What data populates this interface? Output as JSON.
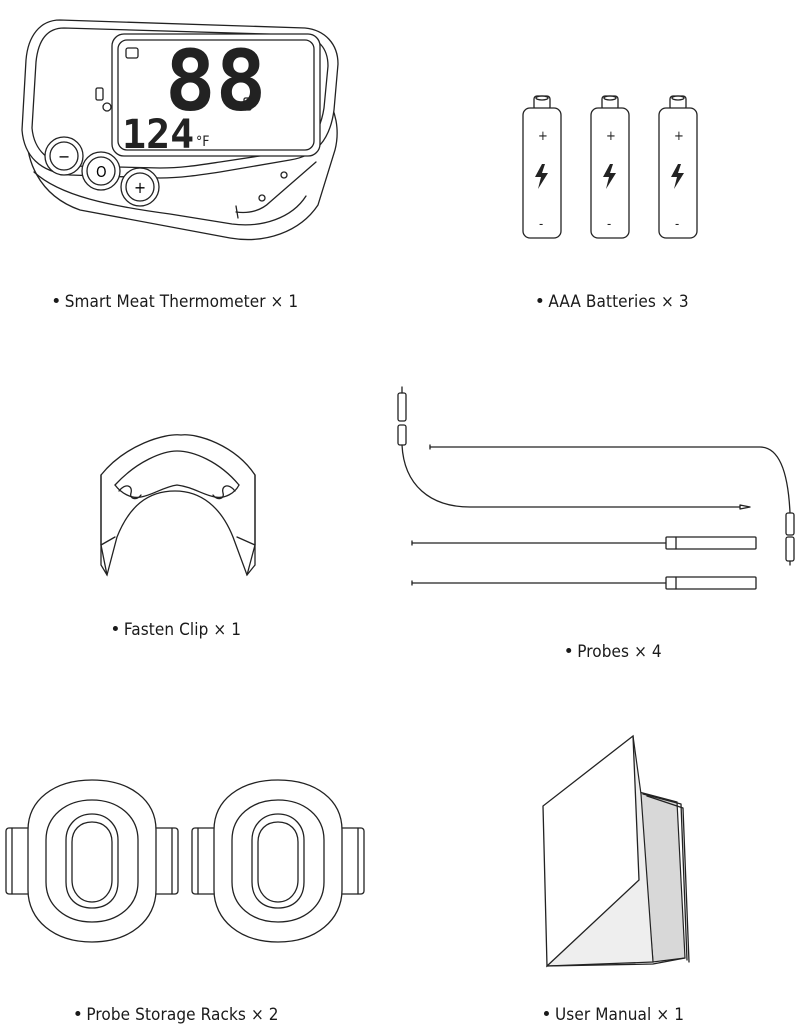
{
  "items": [
    {
      "label": "Smart Meat Thermometer × 1",
      "icon": "thermometer-device-icon"
    },
    {
      "label": "AAA Batteries × 3",
      "icon": "battery-icon"
    },
    {
      "label": "Fasten Clip × 1",
      "icon": "clip-icon"
    },
    {
      "label": "Probes × 4",
      "icon": "probe-icon"
    },
    {
      "label": "Probe Storage Racks × 2",
      "icon": "storage-rack-icon"
    },
    {
      "label": "User Manual × 1",
      "icon": "manual-book-icon"
    }
  ],
  "display": {
    "big_digits": "88",
    "temperature": "124",
    "unit": "°F"
  },
  "buttons": {
    "minus": "−",
    "power": "O",
    "plus": "+"
  },
  "battery_marks": {
    "plus": "+",
    "minus": "-"
  }
}
